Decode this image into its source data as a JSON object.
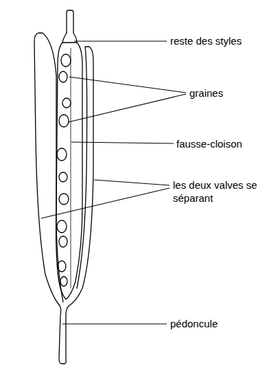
{
  "diagram": {
    "labels": [
      "reste des styles",
      "graines",
      "fausse-cloison",
      "les deux valves se séparant",
      "pédoncule"
    ]
  }
}
